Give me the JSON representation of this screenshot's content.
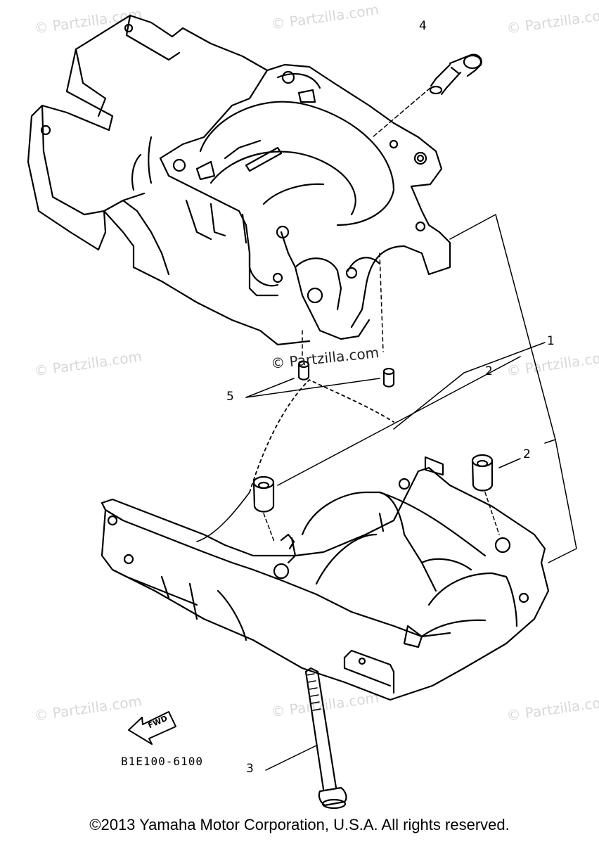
{
  "diagram": {
    "callouts": [
      {
        "id": "c1",
        "label": "1"
      },
      {
        "id": "c2a",
        "label": "2"
      },
      {
        "id": "c2b",
        "label": "2"
      },
      {
        "id": "c3",
        "label": "3"
      },
      {
        "id": "c4",
        "label": "4"
      },
      {
        "id": "c5",
        "label": "5"
      }
    ],
    "fwd_label": "FWD",
    "diagram_code": "B1E100-6100"
  },
  "watermark": {
    "text": "© Partzilla.com"
  },
  "footer": {
    "copyright": "©2013 Yamaha Motor Corporation, U.S.A. All rights reserved."
  },
  "colors": {
    "line": "#000000",
    "watermark": "#d8d8d8",
    "background": "#ffffff"
  }
}
